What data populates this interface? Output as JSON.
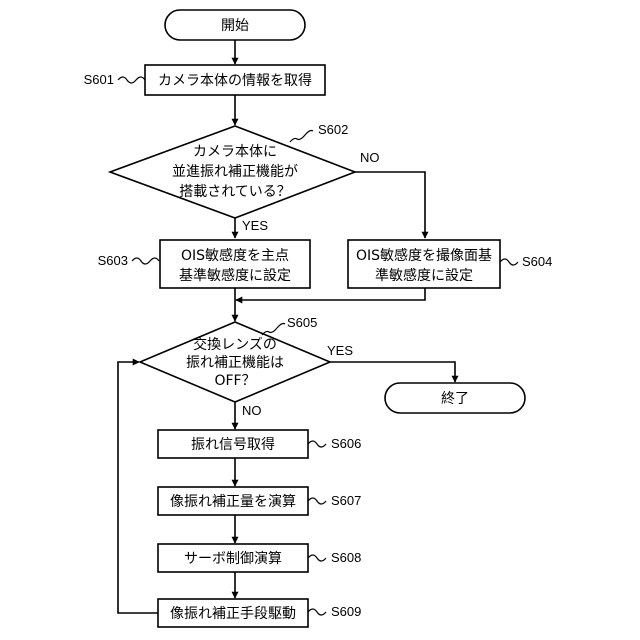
{
  "terminals": {
    "start": "開始",
    "end": "終了"
  },
  "steps": {
    "s601": {
      "id": "S601",
      "lines": [
        "カメラ本体の情報を取得"
      ]
    },
    "s602": {
      "id": "S602",
      "lines": [
        "カメラ本体に",
        "並進振れ補正機能が",
        "搭載されている？"
      ]
    },
    "s603": {
      "id": "S603",
      "lines": [
        "OIS敏感度を主点",
        "基準敏感度に設定"
      ]
    },
    "s604": {
      "id": "S604",
      "lines": [
        "OIS敏感度を撮像面基",
        "準敏感度に設定"
      ]
    },
    "s605": {
      "id": "S605",
      "lines": [
        "交換レンズの",
        "振れ補正機能は",
        "OFF？"
      ]
    },
    "s606": {
      "id": "S606",
      "lines": [
        "振れ信号取得"
      ]
    },
    "s607": {
      "id": "S607",
      "lines": [
        "像振れ補正量を演算"
      ]
    },
    "s608": {
      "id": "S608",
      "lines": [
        "サーボ制御演算"
      ]
    },
    "s609": {
      "id": "S609",
      "lines": [
        "像振れ補正手段駆動"
      ]
    }
  },
  "branch_labels": {
    "s602_yes": "YES",
    "s602_no": "NO",
    "s605_yes": "YES",
    "s605_no": "NO"
  },
  "colors": {
    "stroke": "#000000",
    "background": "#ffffff"
  }
}
